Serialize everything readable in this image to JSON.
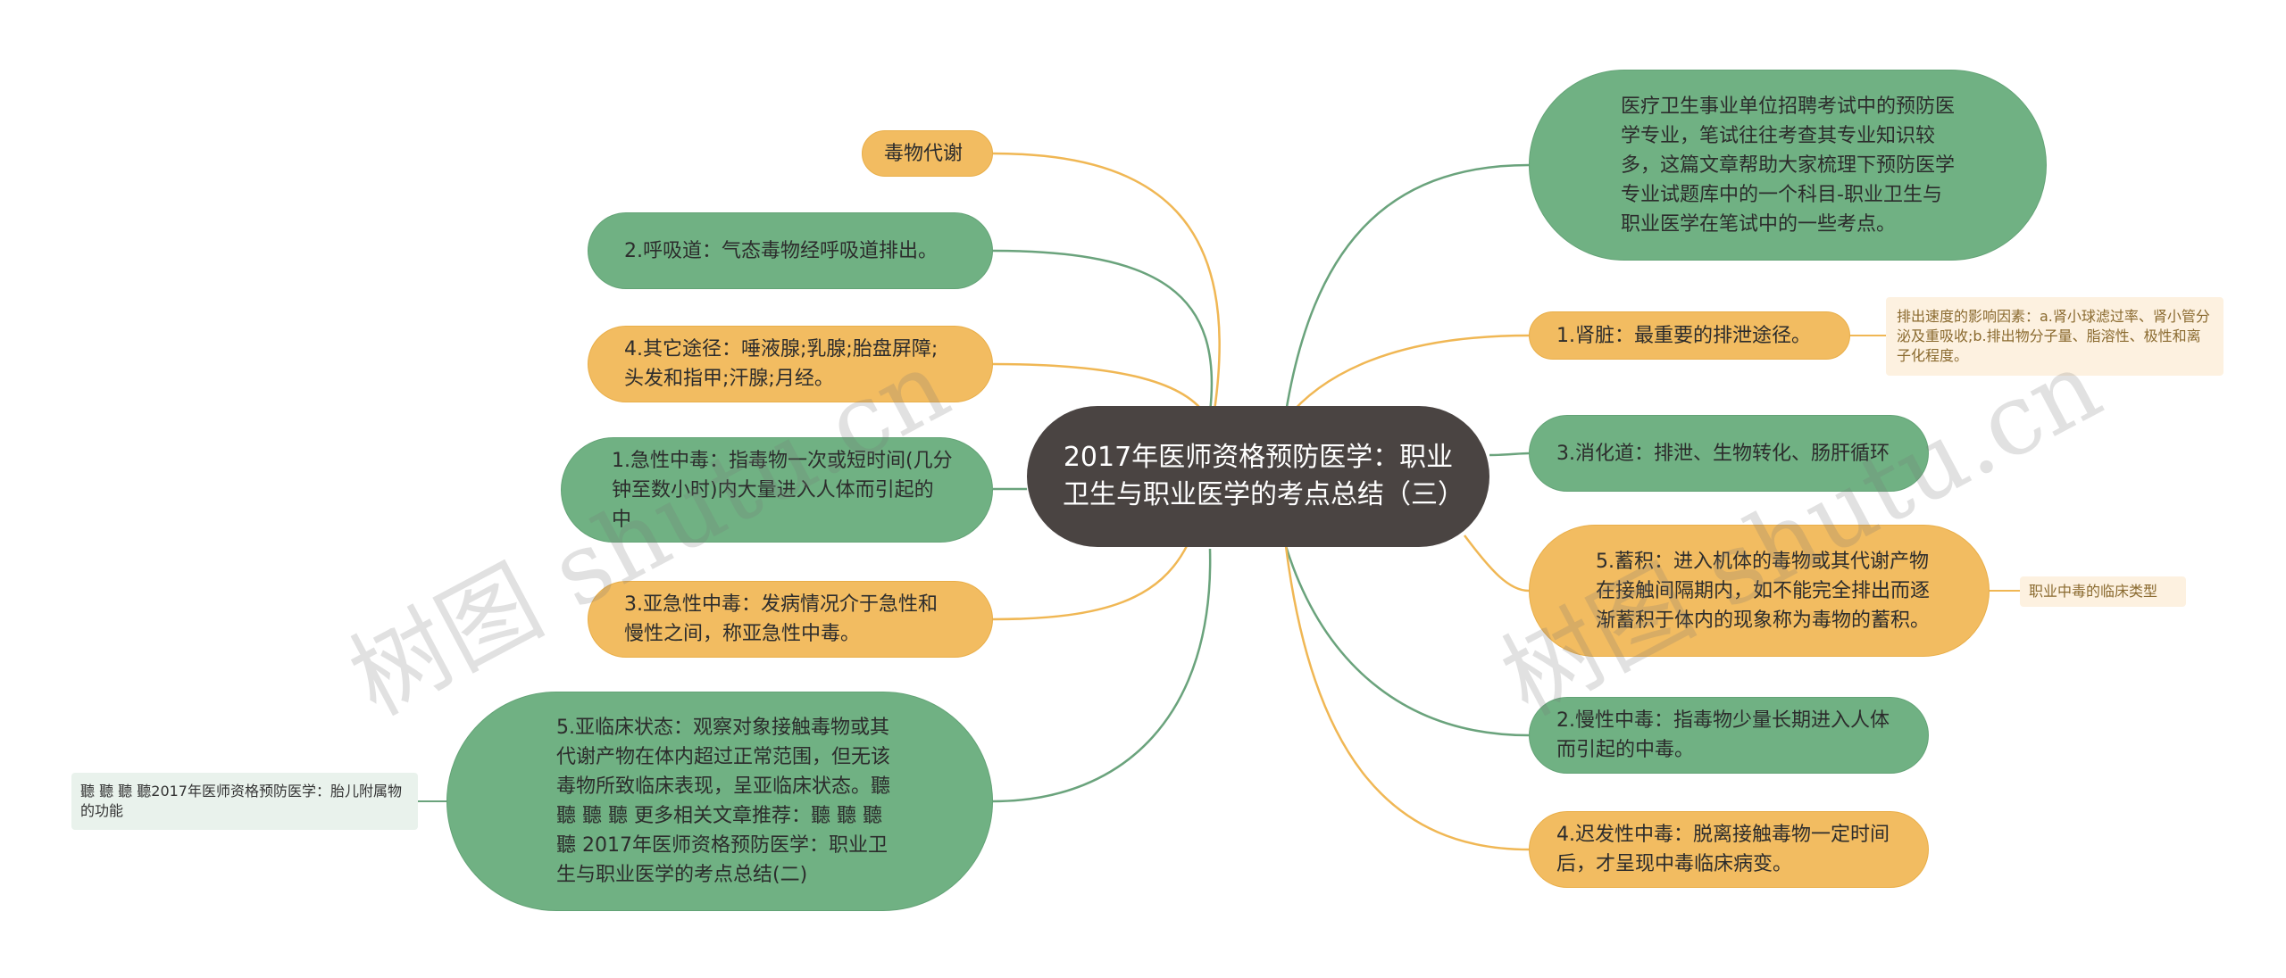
{
  "center": {
    "label": "2017年医师资格预防医学：职业卫生与职业医学的考点总结（三）"
  },
  "left_nodes": [
    {
      "id": "metabolism",
      "label": "毒物代谢"
    },
    {
      "id": "respiratory",
      "label": "2.呼吸道：气态毒物经呼吸道排出。"
    },
    {
      "id": "other-routes",
      "label": "4.其它途径：唾液腺;乳腺;胎盘屏障;头发和指甲;汗腺;月经。"
    },
    {
      "id": "acute",
      "label": "1.急性中毒：指毒物一次或短时间(几分钟至数小时)内大量进入人体而引起的中"
    },
    {
      "id": "subacute",
      "label": "3.亚急性中毒：发病情况介于急性和慢性之间，称亚急性中毒。"
    },
    {
      "id": "subclinical",
      "label": "5.亚临床状态：观察对象接触毒物或其代谢产物在体内超过正常范围，但无该毒物所致临床表现，呈亚临床状态。聽 聽 聽 聽 更多相关文章推荐：聽 聽 聽 聽 2017年医师资格预防医学：职业卫生与职业医学的考点总结(二)"
    }
  ],
  "right_nodes": [
    {
      "id": "intro",
      "label": "医疗卫生事业单位招聘考试中的预防医学专业，笔试往往考查其专业知识较多，这篇文章帮助大家梳理下预防医学专业试题库中的一个科目-职业卫生与职业医学在笔试中的一些考点。"
    },
    {
      "id": "kidney",
      "label": "1.肾脏：最重要的排泄途径。"
    },
    {
      "id": "digestive",
      "label": "3.消化道：排泄、生物转化、肠肝循环"
    },
    {
      "id": "accumulation",
      "label": "5.蓄积：进入机体的毒物或其代谢产物在接触间隔期内，如不能完全排出而逐渐蓄积于体内的现象称为毒物的蓄积。"
    },
    {
      "id": "chronic",
      "label": "2.慢性中毒：指毒物少量长期进入人体而引起的中毒。"
    },
    {
      "id": "delayed",
      "label": "4.迟发性中毒：脱离接触毒物一定时间后，才呈现中毒临床病变。"
    }
  ],
  "notes": {
    "kidney_note": "排出速度的影响因素：a.肾小球滤过率、肾小管分泌及重吸收;b.排出物分子量、脂溶性、极性和离子化程度。",
    "clinical_types": "职业中毒的临床类型",
    "fetus_note": "聽 聽 聽 聽2017年医师资格预防医学：胎儿附属物的功能"
  },
  "watermark": "树图 shutu.cn",
  "colors": {
    "green": "#70b183",
    "orange": "#f2bc61",
    "center": "#4a4442",
    "link_green": "#6aa37c",
    "link_orange": "#f0b754"
  }
}
